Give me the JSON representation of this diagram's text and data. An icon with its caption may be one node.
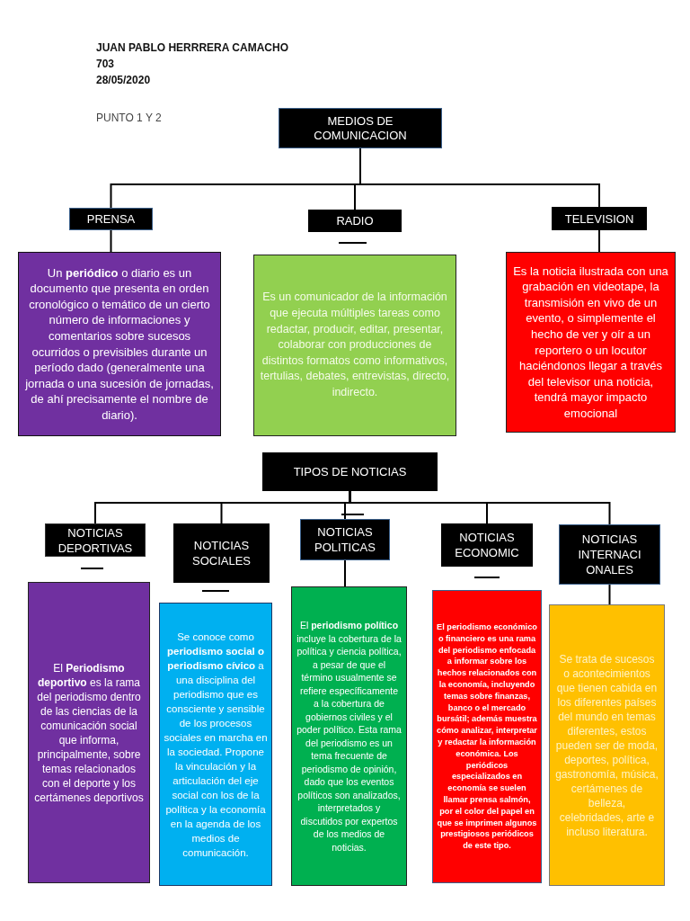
{
  "diagram": {
    "nodes": [
      {
        "text": [
          "MEDIOS DE COMUNICACION"
        ]
      },
      {
        "text": [
          "PRENSA"
        ]
      },
      {
        "text": [
          "RADIO"
        ]
      },
      {
        "text": [
          "TELEVISION"
        ]
      },
      {
        "text": [
          "Un **periódico** o diario es un documento que presenta en orden cronológico o temático de un cierto número de informaciones y comentarios sobre sucesos ocurridos o previsibles durante un período dado (generalmente una jornada o una sucesión de jornadas, de ahí precisamente el nombre de diario)."
        ]
      },
      {
        "text": [
          "Es un comunicador de la información que ejecuta múltiples tareas como redactar, producir, editar, presentar, colaborar con producciones de distintos formatos como informativos, tertulias, debates, entrevistas, directo, indirecto."
        ]
      },
      {
        "text": [
          "Es la noticia ilustrada con una grabación en videotape, la transmisión en vivo de un evento, o simplemente el hecho de ver y oír a un reportero o un locutor haciéndonos llegar a través del televisor una noticia, tendrá mayor impacto emocional"
        ]
      },
      {
        "text": [
          "TIPOS DE NOTICIAS"
        ]
      },
      {
        "text": [
          "NOTICIAS DEPORTIVAS"
        ]
      },
      {
        "text": [
          "NOTICIAS SOCIALES"
        ]
      },
      {
        "text": [
          "NOTICIAS POLITICAS"
        ]
      },
      {
        "text": [
          "NOTICIAS ECONOMIC"
        ]
      },
      {
        "text": [
          "NOTICIAS INTERNACI ONALES"
        ]
      },
      {
        "text": [
          "El **Periodismo deportivo** es la rama del periodismo dentro de las ciencias de la comunicación social que informa, principalmente, sobre temas relacionados con el deporte y los certámenes deportivos"
        ]
      },
      {
        "text": [
          "Se conoce como **periodismo social o periodismo cívico** a una disciplina del periodismo que es consciente y sensible de los procesos sociales en marcha en la sociedad. Propone la vinculación y la articulación del eje social con los de la política y la economía en la agenda de los medios de comunicación."
        ]
      },
      {
        "text": [
          "El **periodismo político** incluye la cobertura de la política y ciencia política, a pesar de que el término usualmente se refiere específicamente a la cobertura de gobiernos civiles y el poder político. Esta rama del periodismo es un tema frecuente de periodismo de opinión, dado que los eventos políticos son analizados, interpretados y discutidos por expertos de los medios de noticias."
        ]
      },
      {
        "text": [
          "El periodismo económico o financiero es una rama del periodismo enfocada a informar sobre los hechos relacionados con la economía, incluyendo temas sobre finanzas, banco o el mercado bursátil; además muestra cómo analizar, interpretar y redactar la información económica. Los periódicos especializados en economía se suelen llamar prensa salmón, por el color del papel en que se imprimen algunos prestigiosos periódicos de este tipo."
        ]
      },
      {
        "text": [
          "Se trata de sucesos o acontecimientos que tienen cabida en los diferentes países del mundo en temas diferentes, estos pueden ser de moda, deportes, política, gastronomía, música, certámenes de belleza, celebridades, arte e incluso literatura."
        ]
      }
    ],
    "edges": [
      {
        "from": 0,
        "to": 1,
        "arrow": "none"
      },
      {
        "from": 0,
        "to": 2,
        "arrow": "none"
      },
      {
        "from": 0,
        "to": 3,
        "arrow": "none"
      },
      {
        "from": 1,
        "to": 4,
        "arrow": "none"
      },
      {
        "from": 3,
        "to": 6,
        "arrow": "none"
      },
      {
        "from": 7,
        "to": 8,
        "arrow": "none"
      },
      {
        "from": 7,
        "to": 9,
        "arrow": "none"
      },
      {
        "from": 7,
        "to": 10,
        "arrow": "none"
      },
      {
        "from": 7,
        "to": 11,
        "arrow": "none"
      },
      {
        "from": 7,
        "to": 12,
        "arrow": "none"
      },
      {
        "from": 10,
        "to": 15,
        "arrow": "none"
      },
      {
        "from": 12,
        "to": 17,
        "arrow": "none"
      }
    ],
    "labels": [
      "JUAN PABLO HERRRERA CAMACHO",
      "703",
      "28/05/2020",
      "PUNTO 1 Y 2"
    ]
  }
}
